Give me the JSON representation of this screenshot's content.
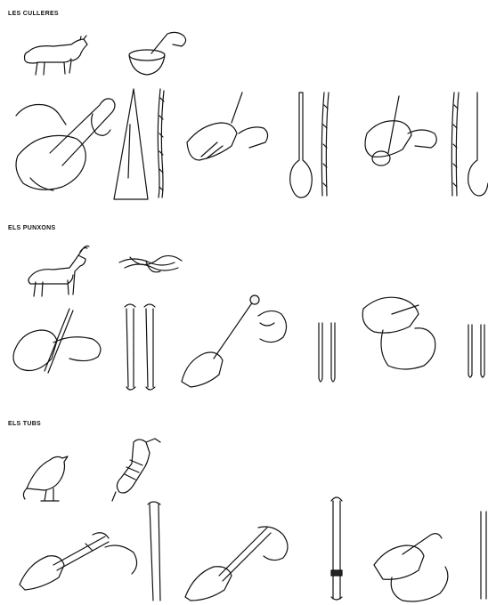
{
  "sections": [
    {
      "id": "culleres",
      "heading": "LES CULLERES"
    },
    {
      "id": "punxons",
      "heading": "ELS PUNXONS"
    },
    {
      "id": "tubs",
      "heading": "ELS TUBS"
    }
  ]
}
